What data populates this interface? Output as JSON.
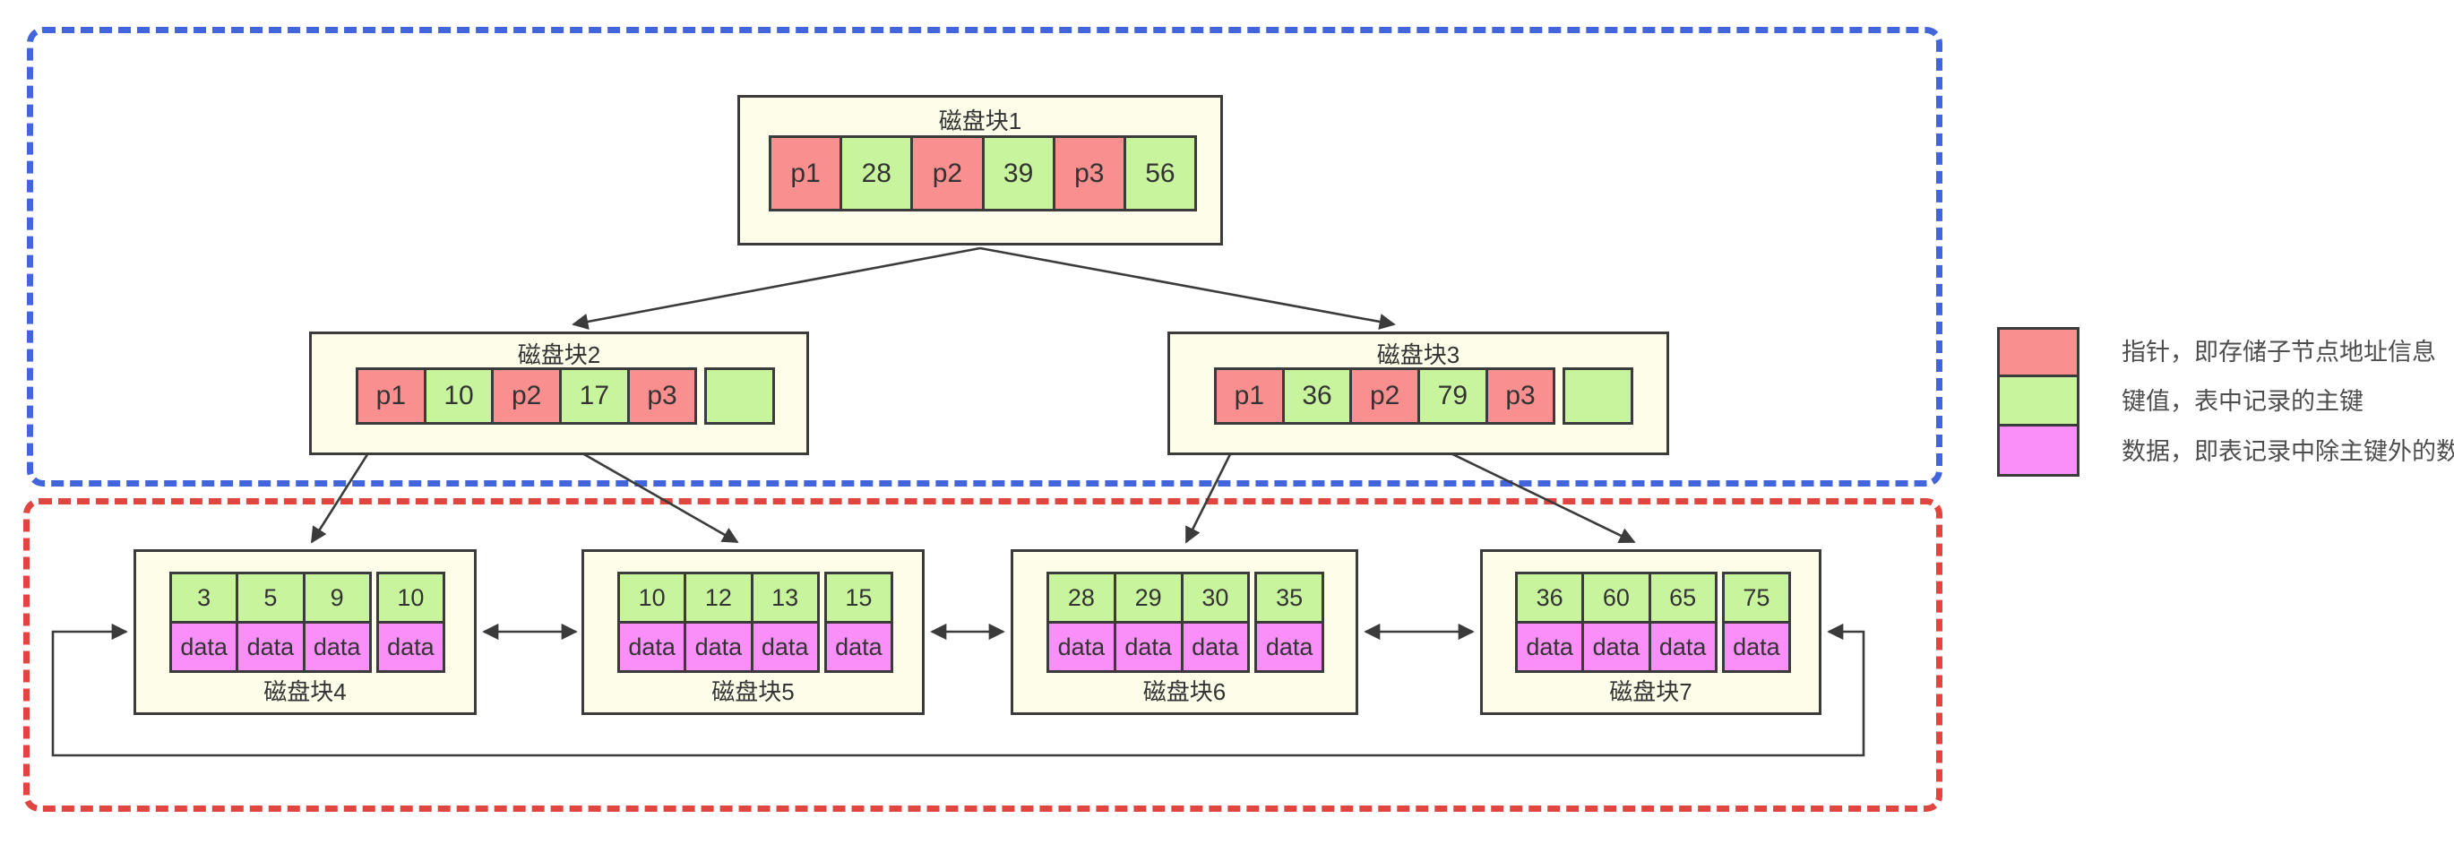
{
  "colors": {
    "pointer": "#f98f8f",
    "key": "#c9f49e",
    "data": "#fa8ffa",
    "block_bg": "#fdfde9",
    "border": "#3b3b3b",
    "blue_dash": "#4365db",
    "red_dash": "#e0453f"
  },
  "blocks": {
    "b1": {
      "title": "磁盘块1",
      "cells": [
        "p1",
        "28",
        "p2",
        "39",
        "p3",
        "56"
      ]
    },
    "b2": {
      "title": "磁盘块2",
      "cells": [
        "p1",
        "10",
        "p2",
        "17",
        "p3",
        ""
      ]
    },
    "b3": {
      "title": "磁盘块3",
      "cells": [
        "p1",
        "36",
        "p2",
        "79",
        "p3",
        ""
      ]
    },
    "b4": {
      "title": "磁盘块4",
      "keys": [
        "3",
        "5",
        "9",
        "10"
      ],
      "data": [
        "data",
        "data",
        "data",
        "data"
      ]
    },
    "b5": {
      "title": "磁盘块5",
      "keys": [
        "10",
        "12",
        "13",
        "15"
      ],
      "data": [
        "data",
        "data",
        "data",
        "data"
      ]
    },
    "b6": {
      "title": "磁盘块6",
      "keys": [
        "28",
        "29",
        "30",
        "35"
      ],
      "data": [
        "data",
        "data",
        "data",
        "data"
      ]
    },
    "b7": {
      "title": "磁盘块7",
      "keys": [
        "36",
        "60",
        "65",
        "75"
      ],
      "data": [
        "data",
        "data",
        "data",
        "data"
      ]
    }
  },
  "legend": {
    "items": [
      {
        "swatch": "pointer",
        "label": "指针，即存储子节点地址信息"
      },
      {
        "swatch": "key",
        "label": "键值，表中记录的主键"
      },
      {
        "swatch": "data",
        "label": "数据，即表记录中除主键外的数据"
      }
    ]
  }
}
